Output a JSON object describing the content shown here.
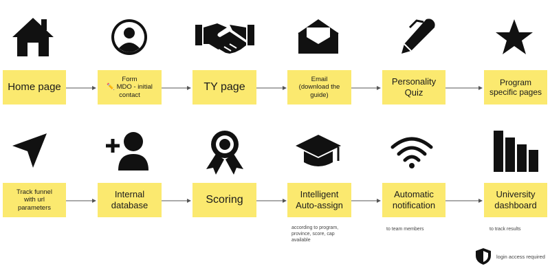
{
  "rows": [
    {
      "steps": [
        {
          "id": "home",
          "label": "Home page",
          "icon": "home-icon"
        },
        {
          "id": "form",
          "label": "Form\n✏️ MDO - initial\ncontact",
          "icon": "user-circle-icon"
        },
        {
          "id": "ty",
          "label": "TY page",
          "icon": "handshake-icon"
        },
        {
          "id": "email",
          "label": "Email\n(download the\nguide)",
          "icon": "envelope-icon"
        },
        {
          "id": "quiz",
          "label": "Personality\nQuiz",
          "icon": "pen-icon"
        },
        {
          "id": "program",
          "label": "Program\nspecific pages",
          "icon": "star-icon"
        }
      ]
    },
    {
      "steps": [
        {
          "id": "funnel",
          "label": "Track funnel\nwith url\nparameters",
          "icon": "location-arrow-icon"
        },
        {
          "id": "database",
          "label": "Internal\ndatabase",
          "icon": "user-plus-icon"
        },
        {
          "id": "scoring",
          "label": "Scoring",
          "icon": "award-ribbon-icon"
        },
        {
          "id": "assign",
          "label": "Intelligent\nAuto-assign",
          "icon": "graduation-cap-icon",
          "note": "according to program,\nprovince, score, cap\navailable"
        },
        {
          "id": "notification",
          "label": "Automatic\nnotification",
          "icon": "wifi-icon",
          "note": "to team members"
        },
        {
          "id": "dashboard",
          "label": "University\ndashboard",
          "icon": "bar-chart-icon",
          "note": "to track results"
        }
      ]
    }
  ],
  "legend": {
    "label": "login access required",
    "icon": "shield-icon"
  }
}
